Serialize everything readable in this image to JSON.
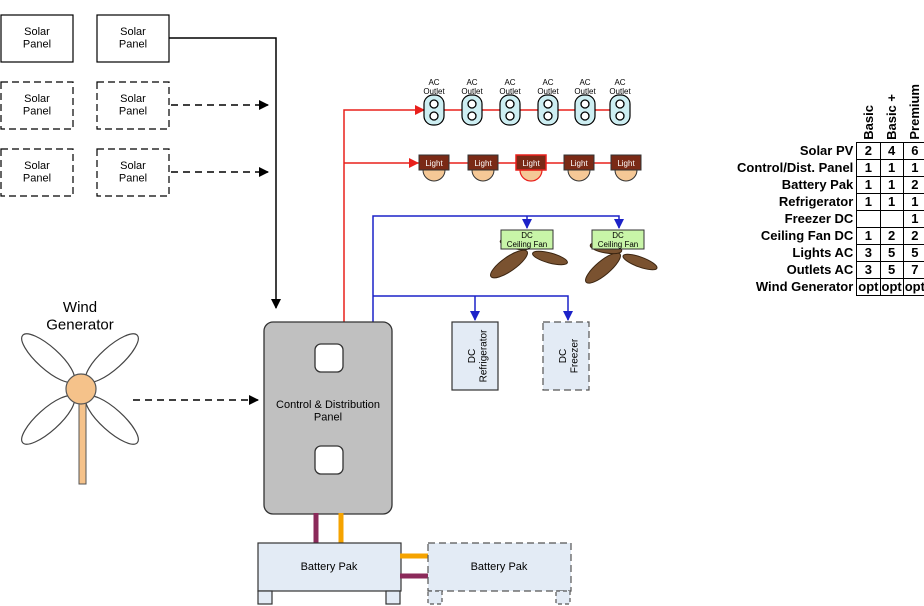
{
  "solar_panels": [
    {
      "label": "Solar\nPanel",
      "style": "solid"
    },
    {
      "label": "Solar\nPanel",
      "style": "solid"
    },
    {
      "label": "Solar\nPanel",
      "style": "dashed"
    },
    {
      "label": "Solar\nPanel",
      "style": "dashed"
    },
    {
      "label": "Solar\nPanel",
      "style": "dashed"
    },
    {
      "label": "Solar\nPanel",
      "style": "dashed"
    }
  ],
  "outlets": [
    {
      "label": "AC\nOutlet"
    },
    {
      "label": "AC\nOutlet"
    },
    {
      "label": "AC\nOutlet"
    },
    {
      "label": "AC\nOutlet"
    },
    {
      "label": "AC\nOutlet"
    },
    {
      "label": "AC\nOutlet"
    }
  ],
  "lights": [
    {
      "label": "Light",
      "highlighted": false
    },
    {
      "label": "Light",
      "highlighted": false
    },
    {
      "label": "Light",
      "highlighted": true
    },
    {
      "label": "Light",
      "highlighted": false
    },
    {
      "label": "Light",
      "highlighted": false
    }
  ],
  "fans": [
    {
      "label": "DC\nCeiling Fan"
    },
    {
      "label": "DC\nCeiling Fan"
    }
  ],
  "wind_generator": {
    "label": "Wind\nGenerator"
  },
  "control_panel": {
    "label": "Control & Distribution\nPanel"
  },
  "refrigerator": {
    "label": "DC\nRefrigerator",
    "style": "solid"
  },
  "freezer": {
    "label": "DC\nFreezer",
    "style": "dashed"
  },
  "batteries": [
    {
      "label": "Battery Pak",
      "style": "solid"
    },
    {
      "label": "Battery Pak",
      "style": "dashed"
    }
  ],
  "colors": {
    "ac_line": "#e8201c",
    "dc_line": "#1c22c8",
    "battery_purple": "#8b2a5a",
    "battery_orange": "#f5a300",
    "outlet_fill": "#cdeef2",
    "light_fill": "#7a2a16",
    "bulb_fill": "#f5c896",
    "fan_label_fill": "#c8f5a8",
    "fan_blade": "#7a5230",
    "wind_blade": "#ffffff",
    "wind_hub": "#f5c28a",
    "panel_fill": "#c0c0c0",
    "appliance_fill": "#e3ebf5"
  },
  "package_table": {
    "packages": [
      "Basic",
      "Basic +",
      "Premium"
    ],
    "rows": [
      {
        "item": "Solar PV",
        "values": [
          "2",
          "4",
          "6"
        ]
      },
      {
        "item": "Control/Dist. Panel",
        "values": [
          "1",
          "1",
          "1"
        ]
      },
      {
        "item": "Battery Pak",
        "values": [
          "1",
          "1",
          "2"
        ]
      },
      {
        "item": "Refrigerator",
        "values": [
          "1",
          "1",
          "1"
        ]
      },
      {
        "item": "Freezer DC",
        "values": [
          "",
          "",
          "1"
        ]
      },
      {
        "item": "Ceiling Fan DC",
        "values": [
          "1",
          "2",
          "2"
        ]
      },
      {
        "item": "Lights AC",
        "values": [
          "3",
          "5",
          "5"
        ]
      },
      {
        "item": "Outlets AC",
        "values": [
          "3",
          "5",
          "7"
        ]
      },
      {
        "item": "Wind Generator",
        "values": [
          "opt",
          "opt",
          "opt"
        ]
      }
    ]
  }
}
